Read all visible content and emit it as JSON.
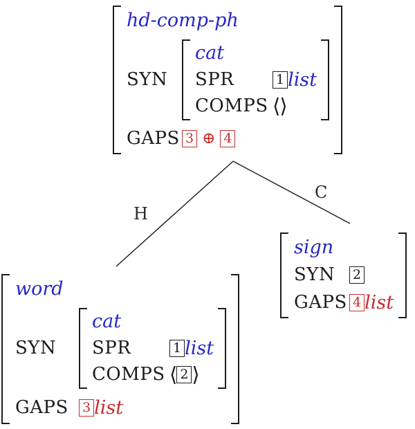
{
  "colors": {
    "type_blue": "#2626c9",
    "tag_red": "#c92b2b",
    "ink": "#1c1c1c"
  },
  "tree": {
    "mother": {
      "type": "hd-comp-ph",
      "syn": {
        "label": "SYN",
        "value": {
          "type": "cat",
          "spr": {
            "label": "SPR",
            "tag": "1",
            "tail": "list"
          },
          "comps": {
            "label": "COMPS",
            "empty_list": "⟨⟩"
          }
        }
      },
      "gaps": {
        "label": "GAPS",
        "tag_left": "3",
        "operator": "⊕",
        "tag_right": "4"
      }
    },
    "edges": {
      "head_label": "H",
      "comp_label": "C"
    },
    "head_daughter": {
      "type": "word",
      "syn": {
        "label": "SYN",
        "value": {
          "type": "cat",
          "spr": {
            "label": "SPR",
            "tag": "1",
            "tail": "list"
          },
          "comps": {
            "label": "COMPS",
            "open": "⟨",
            "tag": "2",
            "close": "⟩"
          }
        }
      },
      "gaps": {
        "label": "GAPS",
        "tag": "3",
        "tail": "list"
      }
    },
    "comp_daughter": {
      "type": "sign",
      "syn": {
        "label": "SYN",
        "tag": "2"
      },
      "gaps": {
        "label": "GAPS",
        "tag": "4",
        "tail": "list"
      }
    }
  }
}
